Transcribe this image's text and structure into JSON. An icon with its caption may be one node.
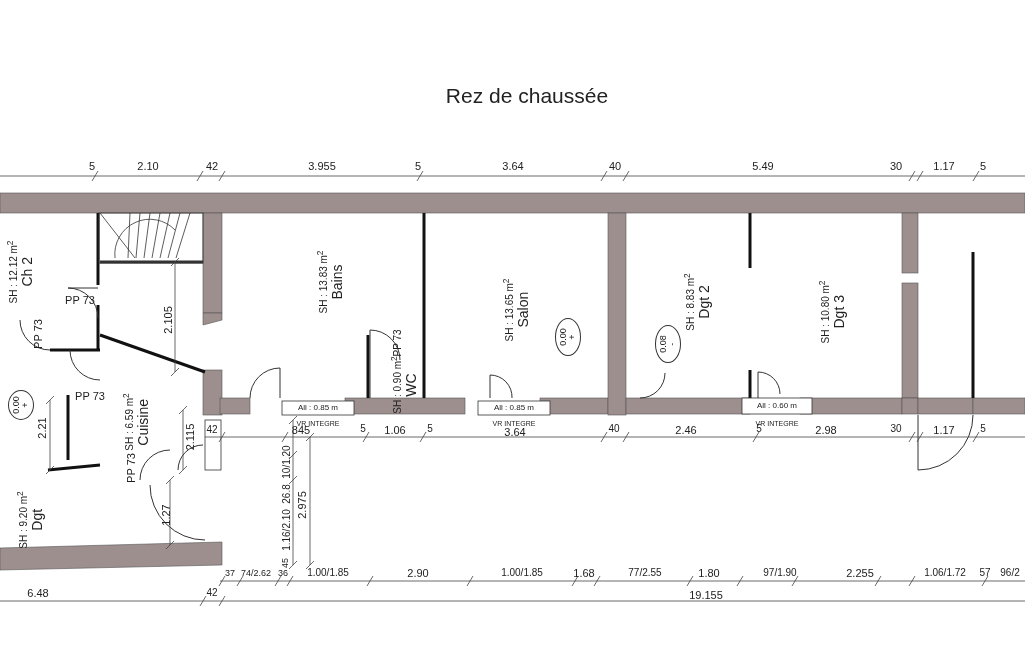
{
  "diagram": {
    "title": "Rez de chaussée",
    "nodes": [
      {
        "text": [
          "SH : 12.12 m$^{2}$",
          "Ch 2"
        ]
      },
      {
        "text": [
          "SH : 13.83 m$^{2}$",
          "Bains"
        ]
      },
      {
        "text": [
          "SH : 0.90 m$^{2}$",
          "WC"
        ]
      },
      {
        "text": [
          "SH : 13.65 m$^{2}$",
          "Salon"
        ]
      },
      {
        "text": [
          "SH : 8.83 m$^{2}$",
          "Dgt 2"
        ]
      },
      {
        "text": [
          "SH : 10.80 m$^{2}$",
          "Dgt 3"
        ]
      },
      {
        "text": [
          "SH : 6.59 m$^{2}$",
          "Cuisine"
        ]
      },
      {
        "text": [
          "SH : 9.20 m$^{2}$",
          "Dgt"
        ]
      },
      {
        "text": [
          "0.00",
          "+"
        ]
      },
      {
        "text": [
          "0.00",
          "+"
        ]
      },
      {
        "text": [
          "0.08",
          "-"
        ]
      }
    ],
    "labels": [
      "5",
      "2.10",
      "42",
      "3.955",
      "5",
      "3.64",
      "40",
      "5.49",
      "30",
      "1.17",
      "5",
      "PP 73",
      "PP 73",
      "2.105",
      "PP 73",
      "PP 73",
      "2.21",
      "2.115",
      "PP 73",
      "All : 0.85 m",
      "VR INTEGRE",
      "All : 0.85 m",
      "VR INTEGRE",
      "All : 0.60 m",
      "VR INTEGRE",
      "42",
      "845",
      "5",
      "1.06",
      "5",
      "3.64",
      "40",
      "2.46",
      "5",
      "2.98",
      "30",
      "1.17",
      "5",
      "1.27",
      "10/1.20",
      "26.8",
      "1.16/2.10",
      "45",
      "2.975",
      "37",
      "74/2.62",
      "36",
      "1.00/1.85",
      "2.90",
      "1.00/1.85",
      "1.68",
      "77/2.55",
      "1.80",
      "97/1.90",
      "2.255",
      "1.06/1.72",
      "57",
      "96/2",
      "6.48",
      "42",
      "19.155"
    ]
  }
}
